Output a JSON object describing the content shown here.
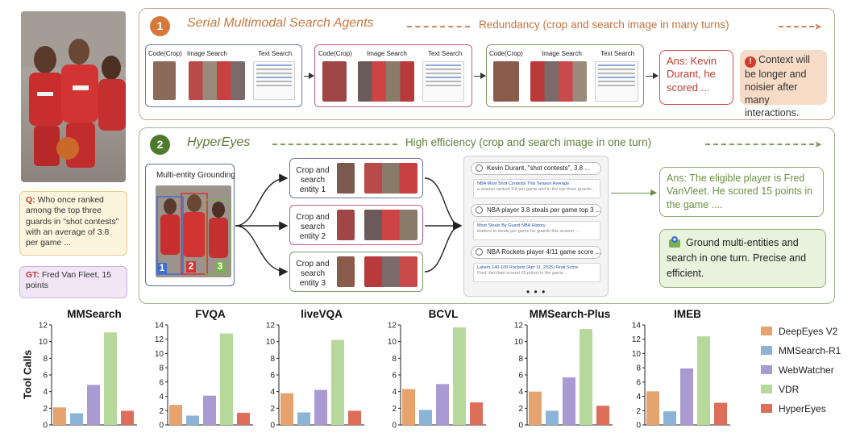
{
  "stage1": {
    "number": "1",
    "title": "Serial Multimodal Search Agents",
    "subtitle": "Redundancy (crop and search image in many turns)",
    "step_labels": [
      "Code(Crop)",
      "Image Search",
      "Text Search"
    ],
    "answer": "Ans: Kevin Durant, he scored ...",
    "warning": "Context will be longer and noisier after many interactions."
  },
  "stage2": {
    "number": "2",
    "title": "HyperEyes",
    "subtitle": "High efficiency (crop and search image in one turn)",
    "grounding_label": "Multi-entity Grounding",
    "box_numbers": [
      "1",
      "2",
      "3"
    ],
    "entities": [
      "Crop and search entity 1",
      "Crop and search entity 2",
      "Crop and search entity 3"
    ],
    "queries": [
      "Kevin Durant, \"shot contests\", 3.8 ...",
      "NBA player 3.8 steals per game top 3 ...",
      "NBA Rockets player 4/11 game score ..."
    ],
    "results": [
      {
        "title": "NBA Most Shot Contests This Season Average",
        "snippet": "a season ranked 3.8 per game and in the top three guards ..."
      },
      {
        "title": "Most Steals By Guard NBA History",
        "snippet": "leaders in steals per game for guards this season ..."
      },
      {
        "title": "Lakers 140-109 Rockets (Apr 11, 2025) Final Score",
        "snippet": "Fred VanVleet scored 15 points in the game ..."
      }
    ],
    "more": "• • •",
    "answer": "Ans: The eligible player is Fred VanVleet. He scored 15 points in the game ....",
    "conclusion": "Ground multi-entities and search in one turn. Precise and efficient."
  },
  "question": {
    "tag": "Q:",
    "text": "Who once ranked among the top three guards in \"shot contests\" with an average of 3.8 per game ..."
  },
  "ground_truth": {
    "tag": "GT:",
    "text": "Fred Van Fleet, 15 points"
  },
  "chart_data": [
    {
      "type": "bar",
      "title": "MMSearch",
      "ylabel": "Tool Calls",
      "ylim": [
        0,
        12
      ],
      "yticks": [
        0,
        2,
        4,
        6,
        8,
        10,
        12
      ],
      "series": [
        {
          "name": "DeepEyes V2",
          "values": [
            2.1
          ]
        },
        {
          "name": "MMSearch-R1",
          "values": [
            1.4
          ]
        },
        {
          "name": "WebWatcher",
          "values": [
            4.8
          ]
        },
        {
          "name": "VDR",
          "values": [
            11.1
          ]
        },
        {
          "name": "HyperEyes",
          "values": [
            1.7
          ]
        }
      ]
    },
    {
      "type": "bar",
      "title": "FVQA",
      "ylim": [
        0,
        14
      ],
      "yticks": [
        0,
        2,
        4,
        6,
        8,
        10,
        12,
        14
      ],
      "series": [
        {
          "name": "DeepEyes V2",
          "values": [
            2.8
          ]
        },
        {
          "name": "MMSearch-R1",
          "values": [
            1.3
          ]
        },
        {
          "name": "WebWatcher",
          "values": [
            4.1
          ]
        },
        {
          "name": "VDR",
          "values": [
            12.8
          ]
        },
        {
          "name": "HyperEyes",
          "values": [
            1.7
          ]
        }
      ]
    },
    {
      "type": "bar",
      "title": "liveVQA",
      "ylim": [
        0,
        12
      ],
      "yticks": [
        0,
        2,
        4,
        6,
        8,
        10,
        12
      ],
      "series": [
        {
          "name": "DeepEyes V2",
          "values": [
            3.8
          ]
        },
        {
          "name": "MMSearch-R1",
          "values": [
            1.5
          ]
        },
        {
          "name": "WebWatcher",
          "values": [
            4.2
          ]
        },
        {
          "name": "VDR",
          "values": [
            10.2
          ]
        },
        {
          "name": "HyperEyes",
          "values": [
            1.7
          ]
        }
      ]
    },
    {
      "type": "bar",
      "title": "BCVL",
      "ylim": [
        0,
        12
      ],
      "yticks": [
        0,
        2,
        4,
        6,
        8,
        10,
        12
      ],
      "series": [
        {
          "name": "DeepEyes V2",
          "values": [
            4.3
          ]
        },
        {
          "name": "MMSearch-R1",
          "values": [
            1.8
          ]
        },
        {
          "name": "WebWatcher",
          "values": [
            4.9
          ]
        },
        {
          "name": "VDR",
          "values": [
            11.7
          ]
        },
        {
          "name": "HyperEyes",
          "values": [
            2.7
          ]
        }
      ]
    },
    {
      "type": "bar",
      "title": "MMSearch-Plus",
      "ylim": [
        0,
        12
      ],
      "yticks": [
        0,
        2,
        4,
        6,
        8,
        10,
        12
      ],
      "series": [
        {
          "name": "DeepEyes V2",
          "values": [
            4.0
          ]
        },
        {
          "name": "MMSearch-R1",
          "values": [
            1.7
          ]
        },
        {
          "name": "WebWatcher",
          "values": [
            5.7
          ]
        },
        {
          "name": "VDR",
          "values": [
            11.5
          ]
        },
        {
          "name": "HyperEyes",
          "values": [
            2.3
          ]
        }
      ]
    },
    {
      "type": "bar",
      "title": "IMEB",
      "ylim": [
        0,
        14
      ],
      "yticks": [
        0,
        2,
        4,
        6,
        8,
        10,
        12,
        14
      ],
      "series": [
        {
          "name": "DeepEyes V2",
          "values": [
            4.7
          ]
        },
        {
          "name": "MMSearch-R1",
          "values": [
            1.9
          ]
        },
        {
          "name": "WebWatcher",
          "values": [
            7.9
          ]
        },
        {
          "name": "VDR",
          "values": [
            12.4
          ]
        },
        {
          "name": "HyperEyes",
          "values": [
            3.1
          ]
        }
      ]
    }
  ],
  "legend": {
    "placement": "right",
    "items": [
      {
        "name": "DeepEyes V2",
        "color": "#e6a36e"
      },
      {
        "name": "MMSearch-R1",
        "color": "#8cb4d6"
      },
      {
        "name": "WebWatcher",
        "color": "#a99ad1"
      },
      {
        "name": "VDR",
        "color": "#b7d89b"
      },
      {
        "name": "HyperEyes",
        "color": "#dd6f5a"
      }
    ]
  },
  "colors": {
    "serial_accent": "#d8773a",
    "hypereyes_accent": "#4f7a2d",
    "answer_red": "#c23d2f",
    "answer_green": "#6a9140"
  }
}
